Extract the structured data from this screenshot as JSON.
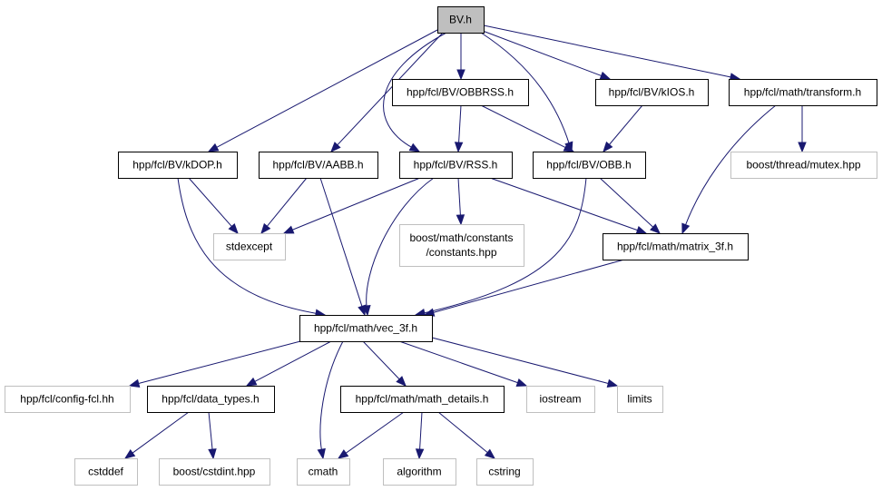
{
  "nodes": [
    {
      "id": "bv",
      "lines": [
        "BV.h"
      ],
      "kind": "root"
    },
    {
      "id": "obbrss",
      "lines": [
        "hpp/fcl/BV/OBBRSS.h"
      ],
      "kind": "local"
    },
    {
      "id": "kios",
      "lines": [
        "hpp/fcl/BV/kIOS.h"
      ],
      "kind": "local"
    },
    {
      "id": "transform",
      "lines": [
        "hpp/fcl/math/transform.h"
      ],
      "kind": "local"
    },
    {
      "id": "kdop",
      "lines": [
        "hpp/fcl/BV/kDOP.h"
      ],
      "kind": "local"
    },
    {
      "id": "aabb",
      "lines": [
        "hpp/fcl/BV/AABB.h"
      ],
      "kind": "local"
    },
    {
      "id": "rss",
      "lines": [
        "hpp/fcl/BV/RSS.h"
      ],
      "kind": "local"
    },
    {
      "id": "obb",
      "lines": [
        "hpp/fcl/BV/OBB.h"
      ],
      "kind": "local"
    },
    {
      "id": "mutex",
      "lines": [
        "boost/thread/mutex.hpp"
      ],
      "kind": "external"
    },
    {
      "id": "stdexcept",
      "lines": [
        "stdexcept"
      ],
      "kind": "external"
    },
    {
      "id": "constants",
      "lines": [
        "boost/math/constants",
        "/constants.hpp"
      ],
      "kind": "external"
    },
    {
      "id": "matrix3f",
      "lines": [
        "hpp/fcl/math/matrix_3f.h"
      ],
      "kind": "local"
    },
    {
      "id": "vec3f",
      "lines": [
        "hpp/fcl/math/vec_3f.h"
      ],
      "kind": "local"
    },
    {
      "id": "configfcl",
      "lines": [
        "hpp/fcl/config-fcl.hh"
      ],
      "kind": "external"
    },
    {
      "id": "datatypes",
      "lines": [
        "hpp/fcl/data_types.h"
      ],
      "kind": "local"
    },
    {
      "id": "mathdetails",
      "lines": [
        "hpp/fcl/math/math_details.h"
      ],
      "kind": "local"
    },
    {
      "id": "iostream",
      "lines": [
        "iostream"
      ],
      "kind": "external"
    },
    {
      "id": "limits",
      "lines": [
        "limits"
      ],
      "kind": "external"
    },
    {
      "id": "cstddef",
      "lines": [
        "cstddef"
      ],
      "kind": "external"
    },
    {
      "id": "cstdint",
      "lines": [
        "boost/cstdint.hpp"
      ],
      "kind": "external"
    },
    {
      "id": "cmath",
      "lines": [
        "cmath"
      ],
      "kind": "external"
    },
    {
      "id": "algorithm",
      "lines": [
        "algorithm"
      ],
      "kind": "external"
    },
    {
      "id": "cstring",
      "lines": [
        "cstring"
      ],
      "kind": "external"
    }
  ],
  "edges": [
    {
      "from": "bv",
      "to": "obbrss"
    },
    {
      "from": "bv",
      "to": "kios"
    },
    {
      "from": "bv",
      "to": "transform"
    },
    {
      "from": "bv",
      "to": "kdop"
    },
    {
      "from": "bv",
      "to": "aabb"
    },
    {
      "from": "bv",
      "to": "rss"
    },
    {
      "from": "bv",
      "to": "obb"
    },
    {
      "from": "obbrss",
      "to": "rss"
    },
    {
      "from": "obbrss",
      "to": "obb"
    },
    {
      "from": "kios",
      "to": "obb"
    },
    {
      "from": "transform",
      "to": "mutex"
    },
    {
      "from": "transform",
      "to": "matrix3f"
    },
    {
      "from": "kdop",
      "to": "stdexcept"
    },
    {
      "from": "kdop",
      "to": "vec3f"
    },
    {
      "from": "aabb",
      "to": "stdexcept"
    },
    {
      "from": "aabb",
      "to": "vec3f"
    },
    {
      "from": "rss",
      "to": "stdexcept"
    },
    {
      "from": "rss",
      "to": "constants"
    },
    {
      "from": "rss",
      "to": "matrix3f"
    },
    {
      "from": "rss",
      "to": "vec3f"
    },
    {
      "from": "obb",
      "to": "matrix3f"
    },
    {
      "from": "obb",
      "to": "vec3f"
    },
    {
      "from": "matrix3f",
      "to": "vec3f"
    },
    {
      "from": "vec3f",
      "to": "configfcl"
    },
    {
      "from": "vec3f",
      "to": "datatypes"
    },
    {
      "from": "vec3f",
      "to": "mathdetails"
    },
    {
      "from": "vec3f",
      "to": "iostream"
    },
    {
      "from": "vec3f",
      "to": "limits"
    },
    {
      "from": "vec3f",
      "to": "cmath"
    },
    {
      "from": "datatypes",
      "to": "cstddef"
    },
    {
      "from": "datatypes",
      "to": "cstdint"
    },
    {
      "from": "mathdetails",
      "to": "cmath"
    },
    {
      "from": "mathdetails",
      "to": "algorithm"
    },
    {
      "from": "mathdetails",
      "to": "cstring"
    }
  ],
  "colors": {
    "edge": "#191970",
    "root_fill": "#bfbfbf",
    "local_border": "#000000",
    "external_border": "#bfbfbf"
  }
}
